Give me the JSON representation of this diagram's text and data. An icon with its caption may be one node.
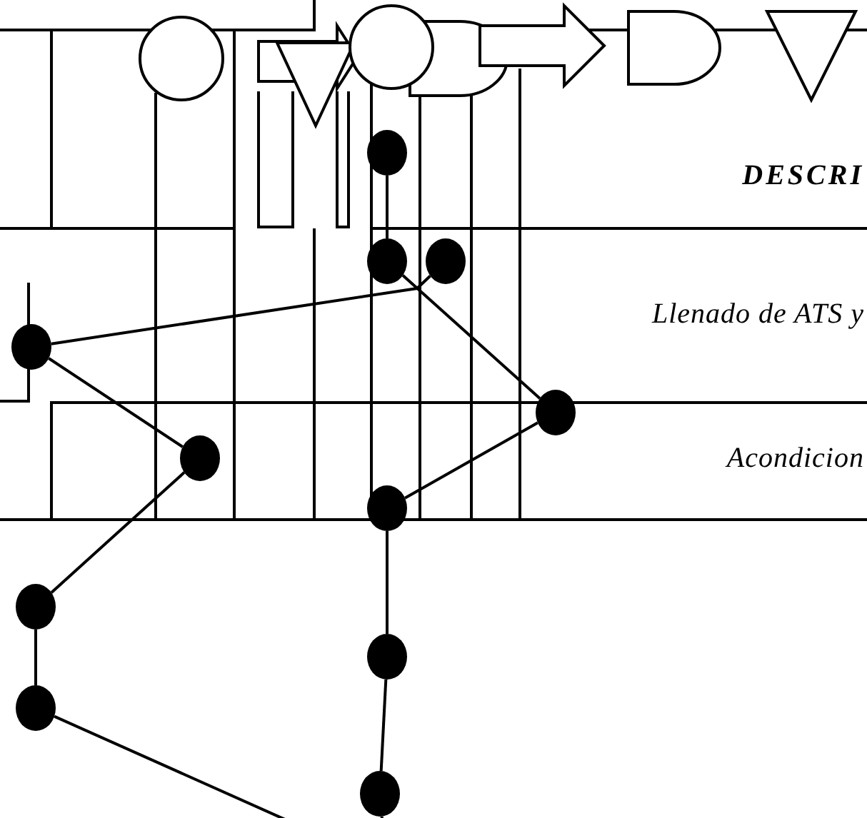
{
  "diagram": {
    "nodes": [
      {
        "text": [],
        "shape": "circle"
      },
      {
        "text": [],
        "shape": "circle"
      },
      {
        "text": [],
        "shape": "circle"
      },
      {
        "text": [],
        "shape": "circle"
      },
      {
        "text": [],
        "shape": "circle"
      },
      {
        "text": [],
        "shape": "circle"
      },
      {
        "text": [],
        "shape": "circle"
      },
      {
        "text": [],
        "shape": "circle"
      },
      {
        "text": [],
        "shape": "circle"
      },
      {
        "text": [],
        "shape": "circle"
      },
      {
        "text": [],
        "shape": "circle"
      }
    ],
    "edges": [
      {
        "from": 0,
        "to": 1,
        "arrow": "none"
      },
      {
        "from": 2,
        "to": 3,
        "arrow": "none"
      },
      {
        "from": 3,
        "to": 5,
        "arrow": "none"
      },
      {
        "from": 1,
        "to": 4,
        "arrow": "none"
      },
      {
        "from": 4,
        "to": 6,
        "arrow": "none"
      },
      {
        "from": 5,
        "to": 7,
        "arrow": "none"
      },
      {
        "from": 7,
        "to": 9,
        "arrow": "none"
      },
      {
        "from": 9,
        "to": null,
        "arrow": "none"
      },
      {
        "from": 6,
        "to": 8,
        "arrow": "none"
      },
      {
        "from": 8,
        "to": 10,
        "arrow": "none"
      },
      {
        "from": 10,
        "to": null,
        "arrow": "none"
      }
    ],
    "labels": [
      "DESCRI",
      "Llenado de ATS y",
      "Acondicion"
    ]
  }
}
